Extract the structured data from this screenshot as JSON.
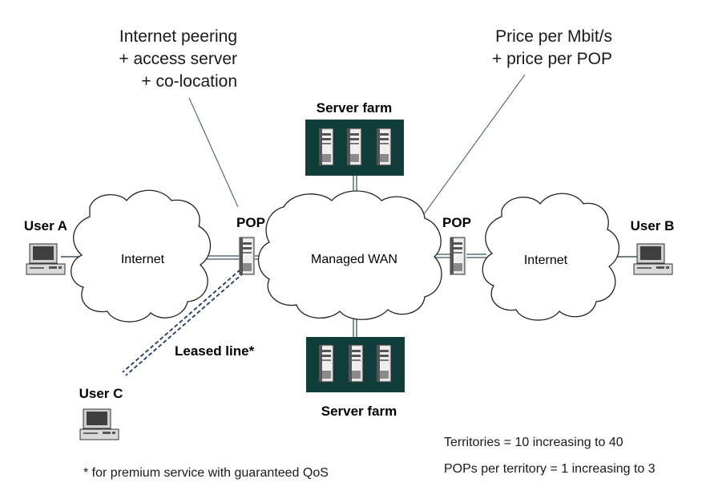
{
  "annotations": {
    "peering_line1": "Internet peering",
    "peering_line2": "+ access server",
    "peering_line3": "+ co-location",
    "price_line1": "Price per Mbit/s",
    "price_line2": "+ price per POP"
  },
  "labels": {
    "server_farm_top": "Server farm",
    "server_farm_bottom": "Server farm",
    "pop_left": "POP",
    "pop_right": "POP",
    "user_a": "User A",
    "user_b": "User B",
    "user_c": "User C",
    "internet_left": "Internet",
    "internet_right": "Internet",
    "managed_wan": "Managed WAN",
    "leased_line": "Leased line*"
  },
  "footnotes": {
    "premium": "* for premium service with guaranteed QoS",
    "territories": "Territories = 10 increasing to 40",
    "pops_per_territory": "POPs per territory = 1 increasing to 3"
  },
  "colors": {
    "server_farm_bg": "#0e3d3a",
    "link": "#3a5560"
  },
  "icons": {
    "server": "server-tower-icon",
    "computer": "desktop-computer-icon",
    "cloud": "cloud-shape"
  }
}
